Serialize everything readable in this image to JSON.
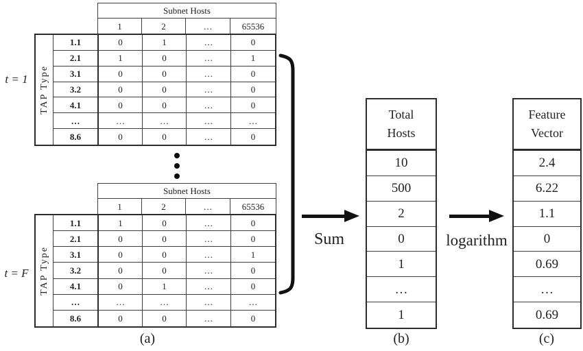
{
  "frames": [
    {
      "time_label": "t = 1",
      "axis_label": "TAP Type",
      "header": "Subnet Hosts",
      "columns": [
        "1",
        "2",
        "…",
        "65536"
      ],
      "row_labels": [
        "1.1",
        "2.1",
        "3.1",
        "3.2",
        "4.1",
        "…",
        "8.6"
      ],
      "cells": [
        [
          "0",
          "1",
          "…",
          "0"
        ],
        [
          "1",
          "0",
          "…",
          "1"
        ],
        [
          "0",
          "0",
          "…",
          "0"
        ],
        [
          "0",
          "0",
          "…",
          "0"
        ],
        [
          "0",
          "0",
          "…",
          "0"
        ],
        [
          "…",
          "…",
          "…",
          "…"
        ],
        [
          "0",
          "0",
          "…",
          "0"
        ]
      ]
    },
    {
      "time_label": "t = F",
      "axis_label": "TAP Type",
      "header": "Subnet Hosts",
      "columns": [
        "1",
        "2",
        "…",
        "65536"
      ],
      "row_labels": [
        "1.1",
        "2.1",
        "3.1",
        "3.2",
        "4.1",
        "…",
        "8.6"
      ],
      "cells": [
        [
          "1",
          "0",
          "…",
          "0"
        ],
        [
          "0",
          "0",
          "…",
          "0"
        ],
        [
          "0",
          "0",
          "…",
          "1"
        ],
        [
          "0",
          "0",
          "…",
          "0"
        ],
        [
          "0",
          "1",
          "…",
          "0"
        ],
        [
          "…",
          "…",
          "…",
          "…"
        ],
        [
          "0",
          "0",
          "…",
          "0"
        ]
      ]
    }
  ],
  "operations": {
    "sum_label": "Sum",
    "log_label": "logarithm"
  },
  "total_hosts": {
    "title_line1": "Total",
    "title_line2": "Hosts",
    "values": [
      "10",
      "500",
      "2",
      "0",
      "1",
      "…",
      "1"
    ]
  },
  "feature_vector": {
    "title_line1": "Feature",
    "title_line2": "Vector",
    "values": [
      "2.4",
      "6.22",
      "1.1",
      "0",
      "0.69",
      "…",
      "0.69"
    ]
  },
  "captions": {
    "a": "(a)",
    "b": "(b)",
    "c": "(c)"
  },
  "colors": {
    "line": "#2c2c2c",
    "ink": "#212121"
  }
}
